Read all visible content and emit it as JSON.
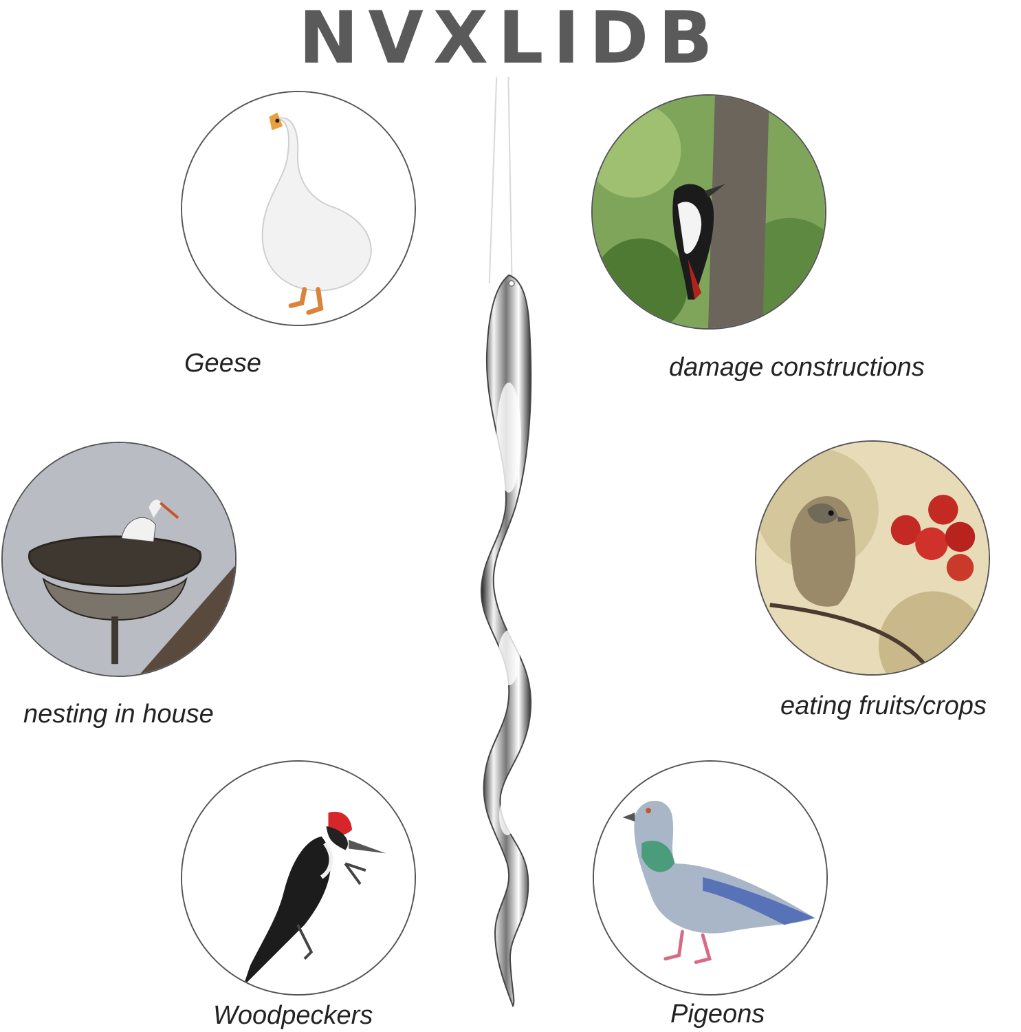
{
  "brand": "NVXLIDB",
  "captions": {
    "geese": "Geese",
    "damage": "damage constructions",
    "nesting": "nesting in house",
    "fruits": "eating fruits/crops",
    "woodpeckers": "Woodpeckers",
    "pigeons": "Pigeons"
  },
  "colors": {
    "brand_text": "#5a5a5a",
    "circle_border": "#555555",
    "caption_text": "#222222"
  },
  "icons": [
    "goose-illustration",
    "woodpecker-on-tree-illustration",
    "stork-nest-illustration",
    "finch-with-berries-illustration",
    "pileated-woodpecker-illustration",
    "pigeon-illustration",
    "reflective-spiral-spinner"
  ]
}
